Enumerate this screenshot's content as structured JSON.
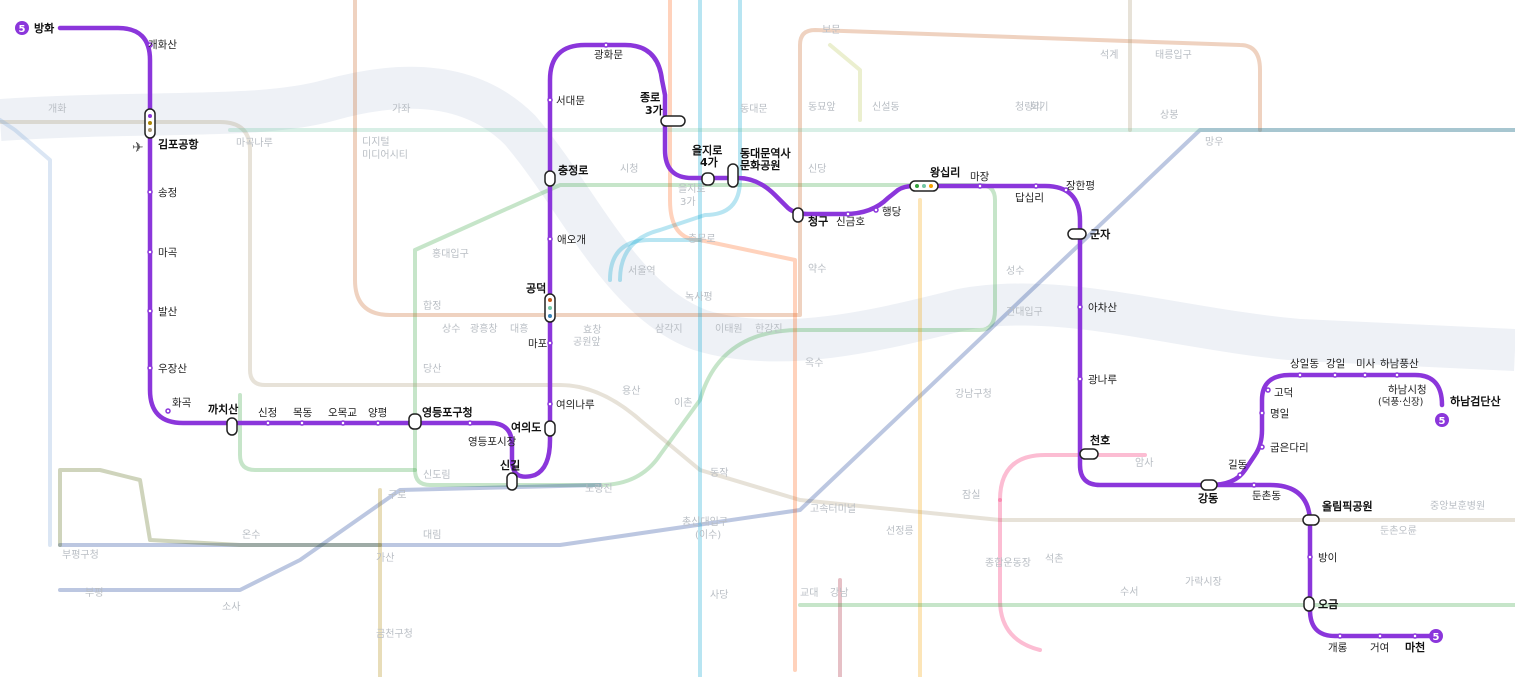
{
  "line": {
    "number": "5",
    "color": "#8b36db",
    "stations_main": [
      "방화",
      "개화산",
      "김포공항",
      "송정",
      "마곡",
      "발산",
      "우장산",
      "화곡",
      "까치산",
      "신정",
      "목동",
      "오목교",
      "양평",
      "영등포구청",
      "영등포시장",
      "신길",
      "여의도",
      "여의나루",
      "마포",
      "공덕",
      "애오개",
      "충정로",
      "서대문",
      "광화문",
      "종로3가",
      "을지로4가",
      "동대문역사문화공원",
      "청구",
      "신금호",
      "행당",
      "왕십리",
      "마장",
      "답십리",
      "장한평",
      "군자",
      "아차산",
      "광나루",
      "천호",
      "강동"
    ],
    "stations_hanam": [
      "길동",
      "굽은다리",
      "명일",
      "고덕",
      "상일동",
      "강일",
      "미사",
      "하남풍산",
      "하남시청(덕풍·신장)",
      "하남검단산"
    ],
    "stations_macheon": [
      "둔촌동",
      "올림픽공원",
      "방이",
      "오금",
      "개롱",
      "거여",
      "마천"
    ]
  },
  "labels": {
    "bangwha": "방화",
    "gaehwasan": "개화산",
    "gimpo": "김포공항",
    "songjeong": "송정",
    "magok": "마곡",
    "balsan": "발산",
    "ujangsan": "우장산",
    "hwagok": "화곡",
    "kkachisan": "까치산",
    "sinjeong": "신정",
    "mokdong": "목동",
    "omokgyo": "오목교",
    "yangpyeong": "양평",
    "ydp_gucheong": "영등포구청",
    "ydp_market": "영등포시장",
    "singil": "신길",
    "yeouido": "여의도",
    "yeouinaru": "여의나루",
    "mapo": "마포",
    "gongdeok": "공덕",
    "aeogae": "애오개",
    "chungjeongno": "충정로",
    "seodaemun": "서대문",
    "gwanghwamun": "광화문",
    "jongno3_a": "종로",
    "jongno3_b": "3가",
    "euljiro4_a": "을지로",
    "euljiro4_b": "4가",
    "ddp_a": "동대문역사",
    "ddp_b": "문화공원",
    "cheonggu": "청구",
    "singeumho": "신금호",
    "haengdang": "행당",
    "wangsimni": "왕십리",
    "majang": "마장",
    "dapsimni": "답십리",
    "janghanpyeong": "장한평",
    "gunja": "군자",
    "achasan": "아차산",
    "gwangnaru": "광나루",
    "cheonho": "천호",
    "gangdong": "강동",
    "gildong": "길동",
    "gubeundari": "굽은다리",
    "myeongil": "명일",
    "godeok": "고덕",
    "sangil": "상일동",
    "gangil": "강일",
    "misa": "미사",
    "hanampungsan": "하남풍산",
    "hanamsicheong_a": "하남시청",
    "hanamsicheong_b": "(덕풍·신장)",
    "geomdansan": "하남검단산",
    "dunchon": "둔촌동",
    "olympic": "올림픽공원",
    "bangi": "방이",
    "ogeum": "오금",
    "gaerong": "개롱",
    "geoyeo": "거여",
    "macheon": "마천",
    "badge_5": "5"
  },
  "background_labels": {
    "l1": "가좌",
    "l2": "디지털",
    "l3": "미디어시티",
    "l4": "홍대입구",
    "l5": "합정",
    "l6": "당산",
    "l7": "신도림",
    "l8": "구로",
    "l9": "대림",
    "l10": "노량진",
    "l11": "용산",
    "l12": "삼각지",
    "l13": "서울역",
    "l14": "시청",
    "l15": "동대문",
    "l16": "신당",
    "l17": "약수",
    "l18": "옥수",
    "l19": "성수",
    "l20": "건대입구",
    "l21": "고속터미널",
    "l22": "선정릉",
    "l23": "잠실",
    "l24": "사당",
    "l25": "교대",
    "l26": "강남",
    "l27": "종합운동장",
    "l28": "석촌",
    "l29": "가락시장",
    "l30": "수서",
    "l31": "청량리",
    "l32": "회기",
    "l33": "신설동",
    "l34": "동묘앞",
    "l35": "보문",
    "l36": "석계",
    "l37": "태릉입구",
    "l38": "상봉",
    "l39": "망우",
    "l40": "암사",
    "l41": "강남구청",
    "l42": "동작",
    "l43": "총신대입구",
    "l44": "(이수)",
    "l45": "가산",
    "l46": "금천구청",
    "l47": "온수",
    "l48": "부평",
    "l49": "소사",
    "l50": "부평구청",
    "l51": "개화",
    "l52": "마곡나루",
    "l53": "둔촌오륜",
    "l54": "중앙보훈병원",
    "l55": "효창",
    "l56": "공원앞",
    "l57": "이태원",
    "l58": "한강진",
    "l59": "이촌",
    "l60": "녹사평",
    "l61": "충무로",
    "l62": "을지로",
    "l63": "3가",
    "l64": "광흥창",
    "l65": "대흥",
    "l66": "상수"
  },
  "colors": {
    "line1": "#0d3692",
    "line2": "#33a23d",
    "line3": "#fe5d10",
    "line4": "#00a2d1",
    "line5": "#8b36db",
    "line6": "#c55c1d",
    "line7": "#54640d",
    "line8": "#f51361",
    "line9": "#aa9872",
    "airport": "#3681b7",
    "gyeongui": "#72c7a6",
    "suin": "#f5a200",
    "sinbundang": "#a71e31",
    "ui": "#b7c452",
    "gimpo": "#ad8605"
  }
}
